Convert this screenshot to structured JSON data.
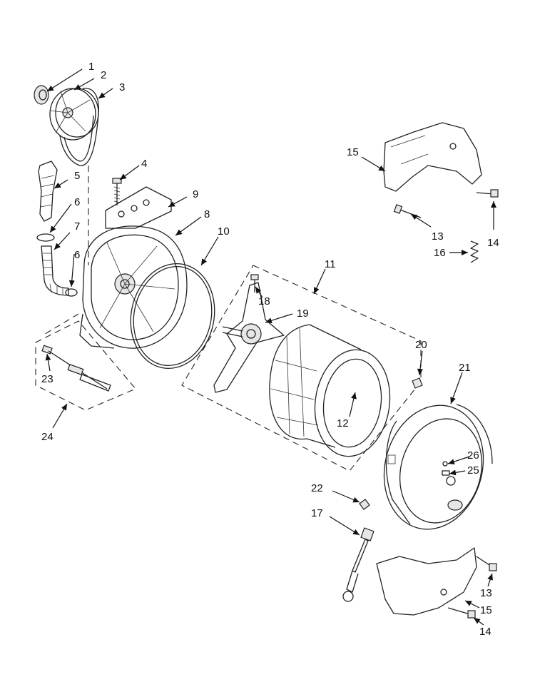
{
  "diagram": {
    "callouts": [
      {
        "id": "c1",
        "label": "1"
      },
      {
        "id": "c2",
        "label": "2"
      },
      {
        "id": "c3",
        "label": "3"
      },
      {
        "id": "c4",
        "label": "4"
      },
      {
        "id": "c5",
        "label": "5"
      },
      {
        "id": "c6a",
        "label": "6"
      },
      {
        "id": "c6b",
        "label": "6"
      },
      {
        "id": "c7",
        "label": "7"
      },
      {
        "id": "c8",
        "label": "8"
      },
      {
        "id": "c9",
        "label": "9"
      },
      {
        "id": "c10",
        "label": "10"
      },
      {
        "id": "c11",
        "label": "11"
      },
      {
        "id": "c12",
        "label": "12"
      },
      {
        "id": "c13a",
        "label": "13"
      },
      {
        "id": "c13b",
        "label": "13"
      },
      {
        "id": "c14a",
        "label": "14"
      },
      {
        "id": "c14b",
        "label": "14"
      },
      {
        "id": "c15a",
        "label": "15"
      },
      {
        "id": "c15b",
        "label": "15"
      },
      {
        "id": "c16",
        "label": "16"
      },
      {
        "id": "c17",
        "label": "17"
      },
      {
        "id": "c18",
        "label": "18"
      },
      {
        "id": "c19",
        "label": "19"
      },
      {
        "id": "c20",
        "label": "20"
      },
      {
        "id": "c21",
        "label": "21"
      },
      {
        "id": "c22",
        "label": "22"
      },
      {
        "id": "c23",
        "label": "23"
      },
      {
        "id": "c24",
        "label": "24"
      },
      {
        "id": "c25",
        "label": "25"
      },
      {
        "id": "c26",
        "label": "26"
      }
    ]
  }
}
